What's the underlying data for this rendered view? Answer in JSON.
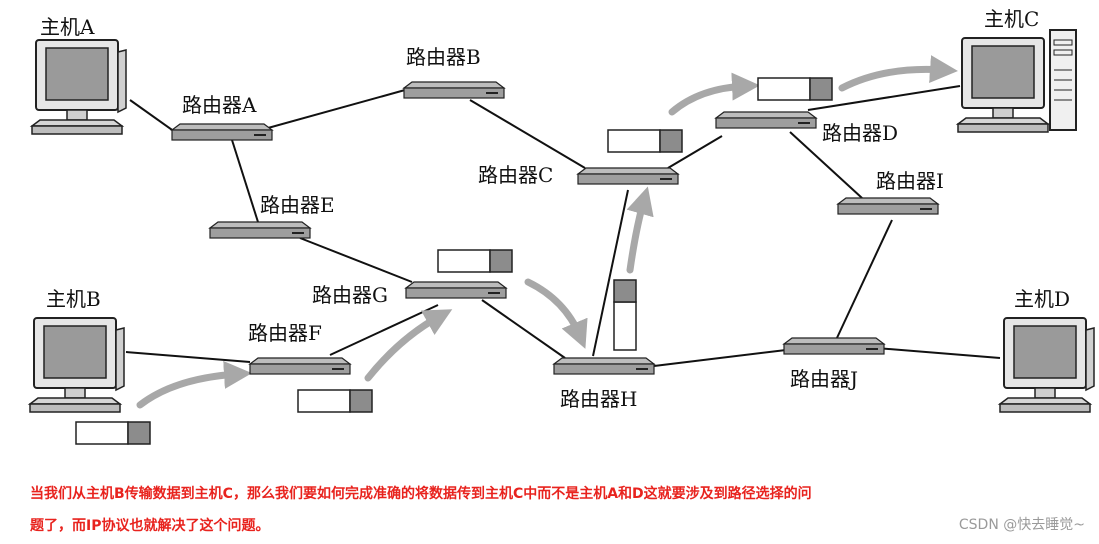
{
  "nodes": {
    "host_a": "主机A",
    "host_b": "主机B",
    "host_c": "主机C",
    "host_d": "主机D",
    "router_a": "路由器A",
    "router_b": "路由器B",
    "router_c": "路由器C",
    "router_d": "路由器D",
    "router_e": "路由器E",
    "router_f": "路由器F",
    "router_g": "路由器G",
    "router_h": "路由器H",
    "router_i": "路由器I",
    "router_j": "路由器J"
  },
  "caption": {
    "line1": "当我们从主机B传输数据到主机C，那么我们要如何完成准确的将数据传到主机C中而不是主机A和D这就要涉及到路径选择的问",
    "line2": "题了，而IP协议也就解决了这个问题。"
  },
  "watermark": "CSDN @快去睡觉~",
  "colors": {
    "caption": "#e8231e",
    "arrow": "#a8a8a8",
    "packet_tail": "#8c8c8c"
  }
}
